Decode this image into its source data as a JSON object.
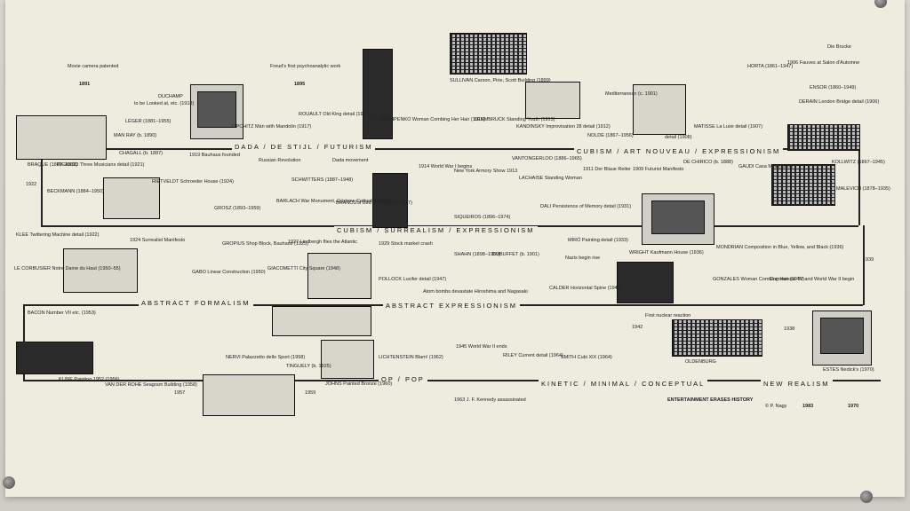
{
  "eras": {
    "dada": "DADA / DE STIJL / FUTURISM",
    "cubism_art_nouveau": "CUBISM / ART NOUVEAU / EXPRESSIONISM",
    "cubism_surrealism": "CUBISM / SURREALISM / EXPRESSIONISM",
    "abstract_formalism": "ABSTRACT FORMALISM",
    "abstract_expressionism": "ABSTRACT EXPRESSIONISM",
    "op_pop": "OP / POP",
    "kinetic": "KINETIC / MINIMAL / CONCEPTUAL",
    "new_realism": "NEW REALISM"
  },
  "labels": {
    "movie_camera": "Movie camera patented",
    "y1891": "1891",
    "duchamp": "DUCHAMP",
    "duchamp_sub": "to be Looked at, etc. (1918)",
    "leger": "LÉGER (1881–1955)",
    "man_ray": "MAN RAY (b. 1890)",
    "chagall": "CHAGALL (b. 1887)",
    "lipchitz": "LIPCHITZ Man with Mandolin (1917)",
    "freud": "Freud's first psychoanalytic work",
    "y1895": "1895",
    "rouault": "ROUAULT Old King detail (1915)",
    "archipenko": "ARCHIPENKO Woman Combing Her Hair (1915)",
    "sullivan": "SULLIVAN Carson, Pirie, Scott Building (1899)",
    "lehmbruck": "LEHMBRUCK Standing Youth (1913)",
    "kandinsky": "KANDINSKY Improvisation 28 detail (1912)",
    "mediterranean": "Mediterranean (c. 1901)",
    "nolde": "NOLDE (1867–1956)",
    "horta": "HORTA (1861–1947)",
    "die_brucke": "Die Brucke",
    "y1906": "1906 Fauves at Salon d'Automne",
    "ensor": "ENSOR (1860–1949)",
    "derain": "DERAIN London Bridge detail (1906)",
    "matisse": "MATISSE La Luxe detail (1907)",
    "detail1908": "detail (1908)",
    "braque": "BRAQUE (1882–1963)",
    "picasso": "PICASSO Three Musicians detail (1921)",
    "bauhaus": "1919 Bauhaus founded",
    "russian_rev": "Russian Revolution",
    "dada_move": "Dada movement",
    "ww1": "1914 World War I begins",
    "new_york_armory": "New York Armory Show 1913",
    "vantongerloo": "VANTONGERLOO (1886–1965)",
    "der_blaue": "1911 Der Blaue Reiter",
    "futurist": "1909 Futurist Manifesto",
    "de_chirico": "DE CHIRICO (b. 1888)",
    "gaudi": "GAUDI Casa Mila (1907)",
    "kollwitz": "KOLLWITZ (1867–1945)",
    "malevich": "MALEVICH (1878–1935)",
    "y1922": "1922",
    "beckmann": "BECKMANN (1884–1950)",
    "rietveldt": "RIETVELDT Schroeder House (1924)",
    "schwitters": "SCHWITTERS (1887–1948)",
    "barlach": "BARLACH War Monument, Güstrow Cathedral (1927)",
    "brancusi": "BRANCUSI Bird in Space (c. 1927)",
    "lachaise": "LACHAISE Standing Woman",
    "dali": "DALI Persistence of Memory detail (1931)",
    "grosz": "GROSZ (1893–1959)",
    "klee": "KLEE Twittering Machine detail (1922)",
    "surrealist": "1924 Surrealist Manifesto",
    "gropius": "GROPIUS Shop Block, Bauhaus (1925)",
    "lindbergh": "1927 Lindbergh flies the Atlantic",
    "stock_market": "1929 Stock market crash",
    "siqueiros": "SIQUEIROS (1896–1974)",
    "shahn": "SHAHN (1898–1969)",
    "dubuffet": "DUBUFFET (b. 1901)",
    "miro": "MIRÓ Painting detail (1933)",
    "wright": "WRIGHT Kaufmann House (1936)",
    "mondrian": "MONDRIAN Composition in Blue, Yellow, and Black (1936)",
    "le_corbusier": "LE CORBUSIER Notre Dame du Haut (1950–55)",
    "gabo": "GABO Linear Construction (1950)",
    "giacometti": "GIACOMETTI City Square (1948)",
    "pollock": "POLLOCK Lucifer detail (1947)",
    "atom_bomb": "Atom bombs devastate Hiroshima and Nagasaki",
    "nazis": "Nazis begin rise",
    "calder": "CALDER Horizontal Spine (1942)",
    "gonzales": "GONZALES Woman Combing Hair (1940)",
    "commercial_tv": "Commercial TV and World War II begin",
    "y1939": "1939",
    "bacon": "BACON Number VII etc. (1953)",
    "y1945": "1945 World War II ends",
    "first_nuclear": "First nuclear reaction",
    "y1942": "1942",
    "y1938": "1938",
    "smith": "SMITH Cubi XIX (1964)",
    "oldenburg": "OLDENBURG",
    "kline": "KLINE Painting 1952 (1956)",
    "van_der_rohe": "VAN DER ROHE Seagram Building (1958)",
    "nervi": "NERVI Palazzetto dello Sport (1958)",
    "tinguely": "TINGUELY (b. 1925)",
    "johns": "JOHNS Painted Bronze (1960)",
    "lichtenstein": "LICHTENSTEIN Blam! (1962)",
    "riley": "RILEY Current detail (1964)",
    "estes": "ESTES Nedick's (1970)",
    "y1957": "1957",
    "y1959": "1959",
    "jfk": "1963 J. F. Kennedy assassinated",
    "ent_history": "ENTERTAINMENT ERASES HISTORY",
    "nagy": "© P. Nagy",
    "y1983": "1983",
    "y1970": "1970"
  }
}
